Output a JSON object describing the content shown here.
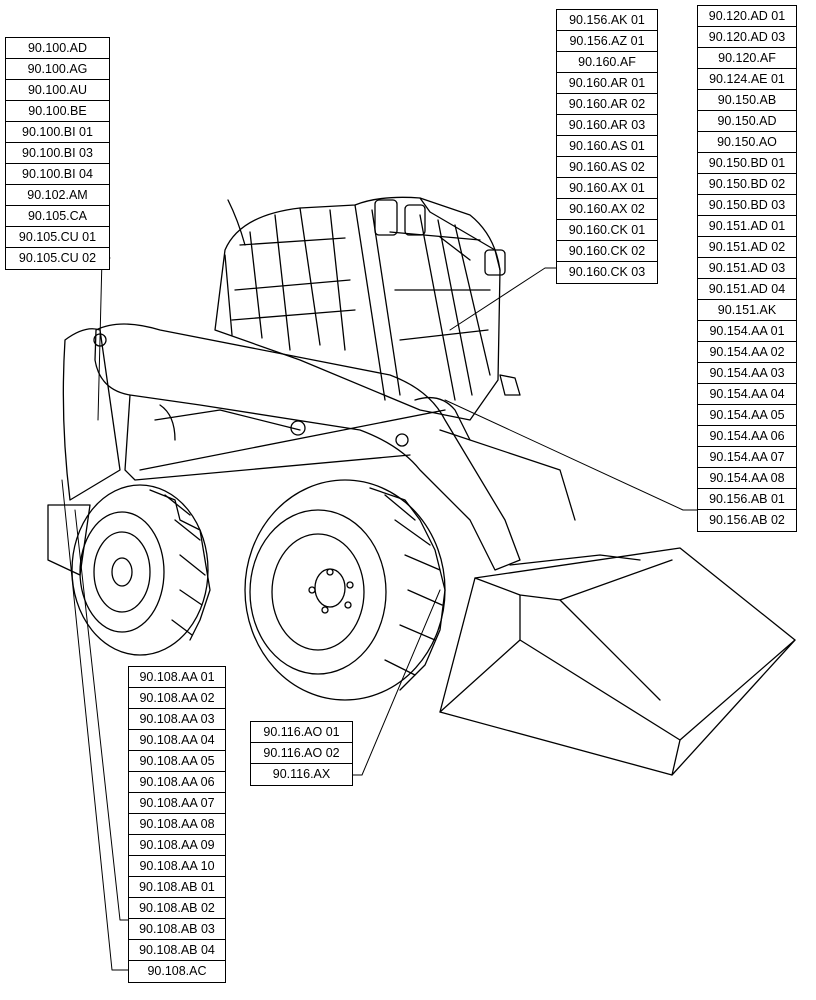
{
  "groups": {
    "left": [
      "90.100.AD",
      "90.100.AG",
      "90.100.AU",
      "90.100.BE",
      "90.100.BI 01",
      "90.100.BI 03",
      "90.100.BI 04",
      "90.102.AM",
      "90.105.CA",
      "90.105.CU 01",
      "90.105.CU 02"
    ],
    "center": [
      "90.156.AK 01",
      "90.156.AZ 01",
      "90.160.AF",
      "90.160.AR 01",
      "90.160.AR 02",
      "90.160.AR 03",
      "90.160.AS 01",
      "90.160.AS 02",
      "90.160.AX 01",
      "90.160.AX 02",
      "90.160.CK 01",
      "90.160.CK 02",
      "90.160.CK 03"
    ],
    "right": [
      "90.120.AD 01",
      "90.120.AD 03",
      "90.120.AF",
      "90.124.AE 01",
      "90.150.AB",
      "90.150.AD",
      "90.150.AO",
      "90.150.BD 01",
      "90.150.BD 02",
      "90.150.BD 03",
      "90.151.AD 01",
      "90.151.AD 02",
      "90.151.AD 03",
      "90.151.AD 04",
      "90.151.AK",
      "90.154.AA 01",
      "90.154.AA 02",
      "90.154.AA 03",
      "90.154.AA 04",
      "90.154.AA 05",
      "90.154.AA 06",
      "90.154.AA 07",
      "90.154.AA 08",
      "90.156.AB 01",
      "90.156.AB 02"
    ],
    "bottom": [
      "90.108.AA 01",
      "90.108.AA 02",
      "90.108.AA 03",
      "90.108.AA 04",
      "90.108.AA 05",
      "90.108.AA 06",
      "90.108.AA 07",
      "90.108.AA 08",
      "90.108.AA 09",
      "90.108.AA 10",
      "90.108.AB 01",
      "90.108.AB 02",
      "90.108.AB 03",
      "90.108.AB 04",
      "90.108.AC"
    ],
    "axle": [
      "90.116.AO 01",
      "90.116.AO 02",
      "90.116.AX"
    ]
  },
  "colors": {
    "line": "#000000",
    "background": "#ffffff"
  },
  "icons": {
    "machine": "skid-steer-loader-illustration"
  }
}
